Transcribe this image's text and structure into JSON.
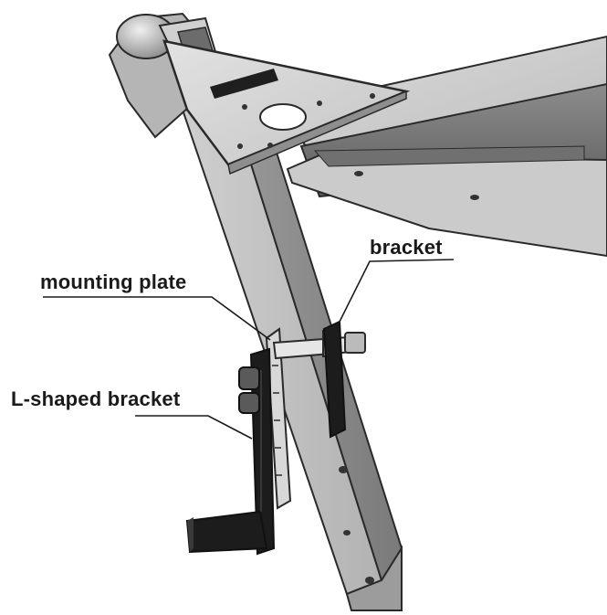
{
  "callouts": {
    "bracket": "bracket",
    "mounting_plate": "mounting plate",
    "l_shaped_bracket": "L-shaped bracket"
  },
  "colors": {
    "steel_light": "#d6d6d6",
    "steel_mid": "#a9a9a9",
    "steel_dark": "#6e6e6e",
    "bracket_black": "#1c1c1c",
    "outline": "#2a2a2a"
  }
}
